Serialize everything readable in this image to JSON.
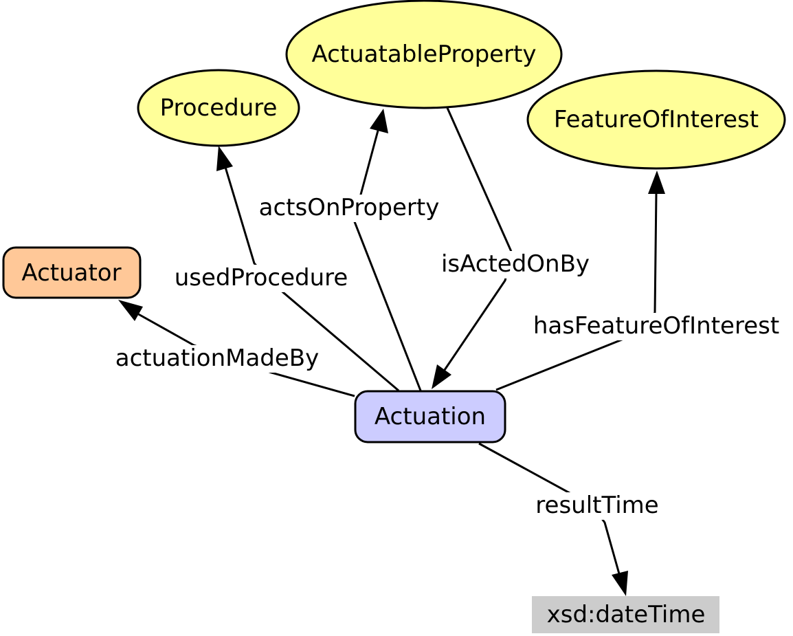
{
  "diagram": {
    "colors": {
      "class_fill": "#ffff99",
      "actuator_fill": "#ffc898",
      "actuation_fill": "#ccccff",
      "datatype_fill": "#cccccc",
      "stroke": "#000000"
    },
    "nodes": [
      {
        "id": "procedure",
        "label": "Procedure",
        "shape": "ellipse",
        "style": "class"
      },
      {
        "id": "actuatable-property",
        "label": "ActuatableProperty",
        "shape": "ellipse",
        "style": "class"
      },
      {
        "id": "feature-of-interest",
        "label": "FeatureOfInterest",
        "shape": "ellipse",
        "style": "class"
      },
      {
        "id": "actuator",
        "label": "Actuator",
        "shape": "rounded-rect",
        "style": "actuator"
      },
      {
        "id": "actuation",
        "label": "Actuation",
        "shape": "rounded-rect",
        "style": "actuation"
      },
      {
        "id": "xsd-datetime",
        "label": "xsd:dateTime",
        "shape": "rect",
        "style": "datatype"
      }
    ],
    "edges": [
      {
        "id": "used-procedure",
        "label": "usedProcedure",
        "from": "actuation",
        "to": "procedure"
      },
      {
        "id": "acts-on-property",
        "label": "actsOnProperty",
        "from": "actuation",
        "to": "actuatable-property"
      },
      {
        "id": "is-acted-on-by",
        "label": "isActedOnBy",
        "from": "actuatable-property",
        "to": "actuation"
      },
      {
        "id": "has-feature-of-interest",
        "label": "hasFeatureOfInterest",
        "from": "actuation",
        "to": "feature-of-interest"
      },
      {
        "id": "actuation-made-by",
        "label": "actuationMadeBy",
        "from": "actuation",
        "to": "actuator"
      },
      {
        "id": "result-time",
        "label": "resultTime",
        "from": "actuation",
        "to": "xsd-datetime"
      }
    ]
  }
}
